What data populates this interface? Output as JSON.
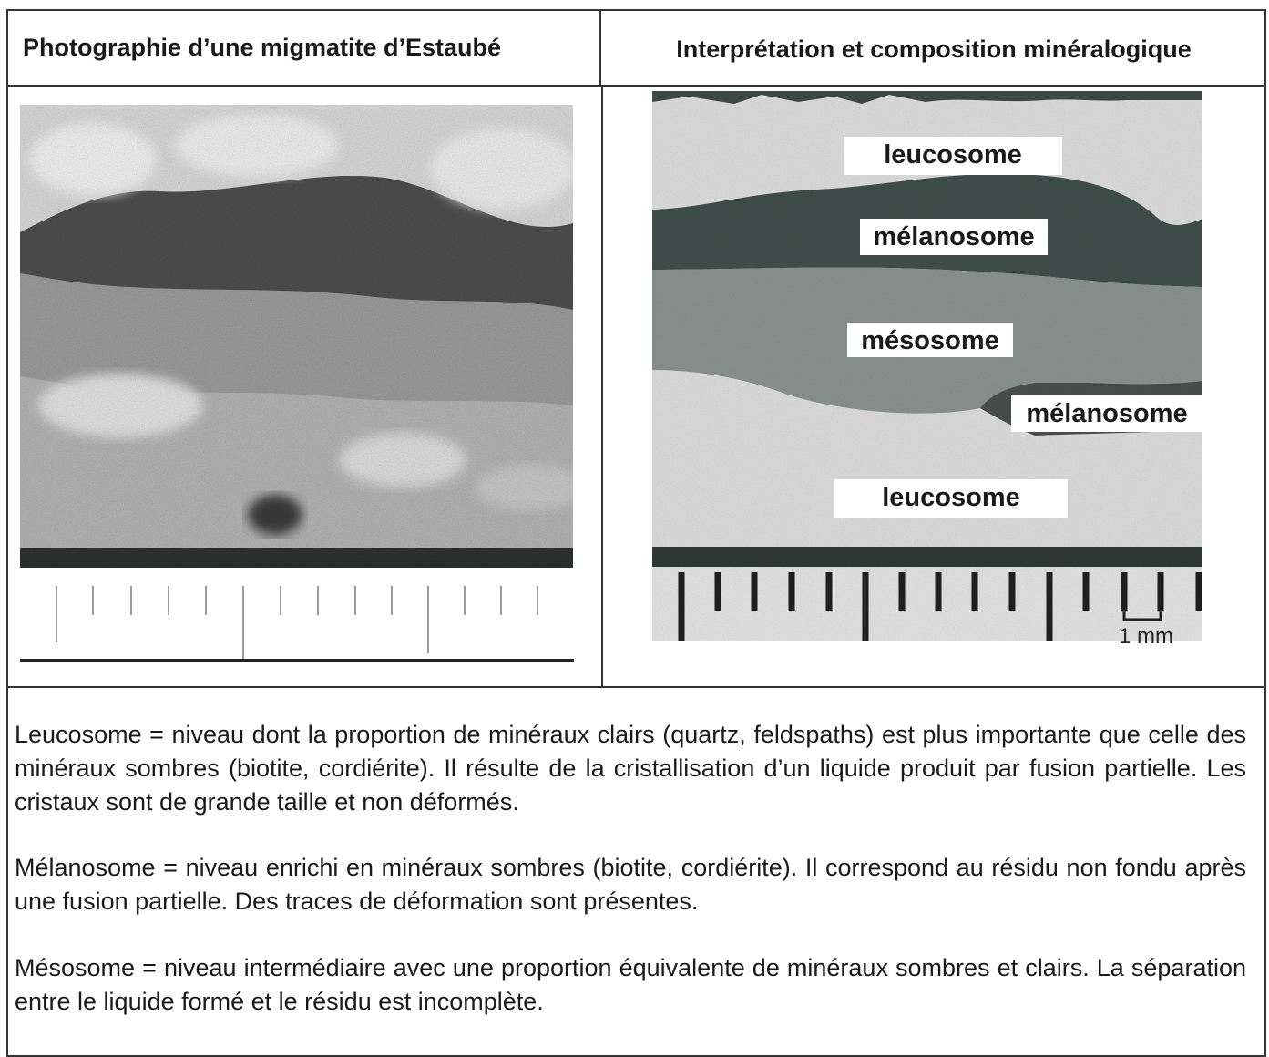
{
  "header": {
    "left_title": "Photographie d’une migmatite d’Estaubé",
    "right_title": "Interprétation et composition minéralogique"
  },
  "interpretation": {
    "labels": {
      "leucosome_top": "leucosome",
      "melanosome_top": "mélanosome",
      "mesosome": "mésosome",
      "melanosome_right": "mélanosome",
      "leucosome_bottom": "leucosome"
    },
    "scale_label": "1 mm"
  },
  "definitions": [
    "Leucosome = niveau dont la proportion de minéraux clairs (quartz, feldspaths) est plus importante que celle des minéraux sombres (biotite, cordiérite). Il résulte de la cristallisation d’un liquide produit par fusion partielle. Les cristaux sont de grande taille et non déformés.",
    "Mélanosome = niveau enrichi en minéraux sombres (biotite, cordiérite). Il correspond au résidu non fondu après une fusion partielle. Des traces de déformation sont présentes.",
    "Mésosome = niveau intermédiaire avec une proportion équivalente de minéraux sombres et clairs. La séparation entre le liquide formé et le résidu est incomplète."
  ]
}
